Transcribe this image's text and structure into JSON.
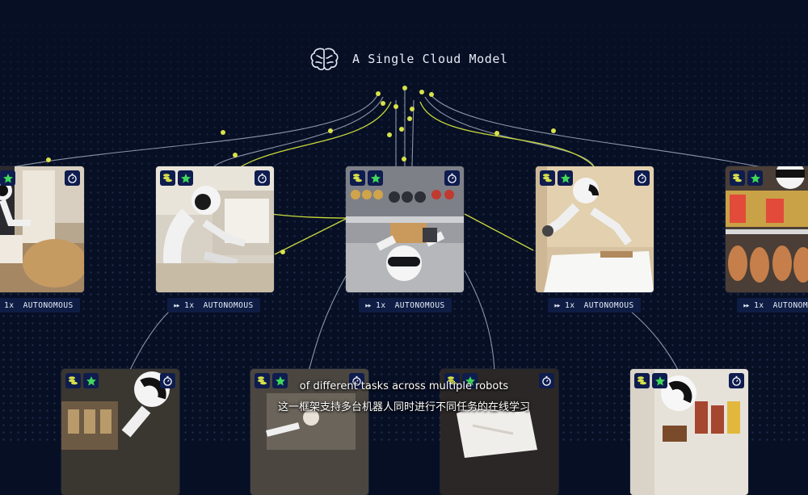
{
  "header": {
    "title": "A Single Cloud Model",
    "icon": "brain-icon"
  },
  "colors": {
    "background": "#070f24",
    "wire_line": "#8c95ab",
    "wire_node": "#d8e24a",
    "badge_bg": "#0e1c4f",
    "status_bg": "#0f1d45"
  },
  "robot_cards": [
    {
      "speed": "1x",
      "mode": "AUTONOMOUS",
      "scene": "robot-folding-cloth-couch"
    },
    {
      "speed": "1x",
      "mode": "AUTONOMOUS",
      "scene": "robot-handling-towels"
    },
    {
      "speed": "1x",
      "mode": "AUTONOMOUS",
      "scene": "robot-shelf-picking-topdown"
    },
    {
      "speed": "1x",
      "mode": "AUTONOMOUS",
      "scene": "robot-table-cleaning"
    },
    {
      "speed": "1x",
      "mode": "AUTONOMOUS",
      "scene": "robot-shelf-snacks"
    },
    {
      "scene": "robot-grocery-shelf"
    },
    {
      "scene": "robot-kitchen-task"
    },
    {
      "scene": "robot-laundry-fold"
    },
    {
      "scene": "robot-snack-shelf-right"
    }
  ],
  "icons": {
    "coin": "coin-stack-icon",
    "star": "star-badge-icon",
    "timer": "stopwatch-icon",
    "play": "fast-forward-icon"
  },
  "subtitles": {
    "english": "of different tasks across multiple robots",
    "chinese": "这一框架支持多台机器人同时进行不同任务的在线学习"
  }
}
